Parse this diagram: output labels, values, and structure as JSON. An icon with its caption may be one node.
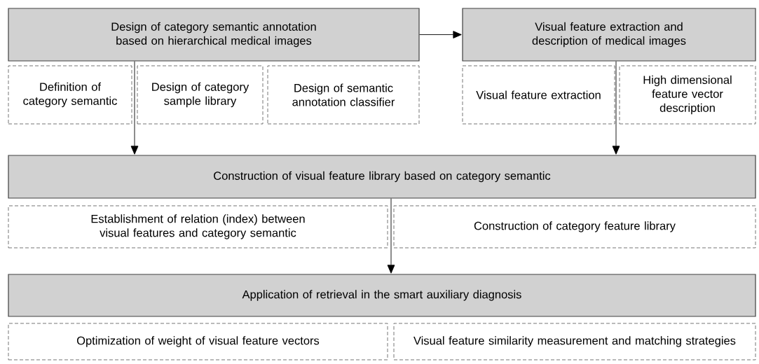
{
  "diagram": {
    "nodes": [
      {
        "text": [
          "Design of category semantic annotation based on hierarchical medical images"
        ]
      },
      {
        "text": [
          "Definition of category semantic"
        ]
      },
      {
        "text": [
          "Design of category sample library"
        ]
      },
      {
        "text": [
          "Design of semantic annotation classifier"
        ]
      },
      {
        "text": [
          "Visual feature extraction and description of medical images"
        ]
      },
      {
        "text": [
          "Visual feature extraction"
        ]
      },
      {
        "text": [
          "High dimensional feature vector description"
        ]
      },
      {
        "text": [
          "Construction of visual feature library based on category semantic"
        ]
      },
      {
        "text": [
          "Establishment of relation (index) between visual features and category semantic"
        ]
      },
      {
        "text": [
          "Construction of category feature library"
        ]
      },
      {
        "text": [
          "Application of retrieval in the smart auxiliary diagnosis"
        ]
      },
      {
        "text": [
          "Optimization of weight of visual feature vectors"
        ]
      },
      {
        "text": [
          "Visual feature similarity measurement and matching strategies"
        ]
      }
    ],
    "edges": [
      {
        "from": 0,
        "to": 4,
        "arrow": "to"
      },
      {
        "from": 0,
        "to": 7,
        "arrow": "to"
      },
      {
        "from": 4,
        "to": 7,
        "arrow": "to"
      },
      {
        "from": 7,
        "to": 10,
        "arrow": "to"
      }
    ]
  }
}
